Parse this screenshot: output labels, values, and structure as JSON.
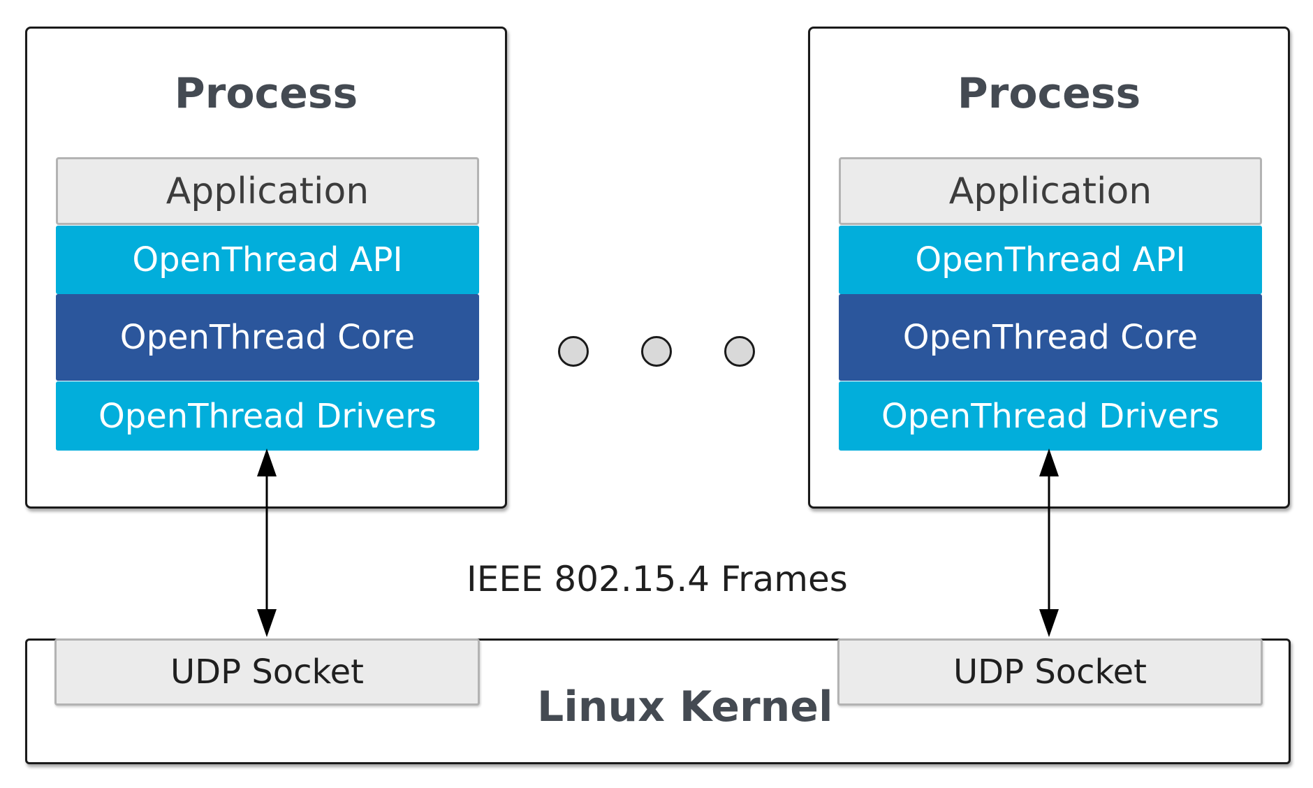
{
  "processes": [
    {
      "title": "Process",
      "layers": {
        "application": "Application",
        "api": "OpenThread API",
        "core": "OpenThread Core",
        "drivers": "OpenThread Drivers"
      }
    },
    {
      "title": "Process",
      "layers": {
        "application": "Application",
        "api": "OpenThread API",
        "core": "OpenThread Core",
        "drivers": "OpenThread Drivers"
      }
    }
  ],
  "kernel": {
    "label": "Linux Kernel",
    "sockets": [
      "UDP Socket",
      "UDP Socket"
    ]
  },
  "link_label": "IEEE 802.15.4 Frames",
  "colors": {
    "api": "#02aedb",
    "core": "#2b569c",
    "drivers": "#02aedb",
    "application": "#ebebeb",
    "text": "#444a52",
    "ellipsis_dot": "#d9d9d9"
  }
}
